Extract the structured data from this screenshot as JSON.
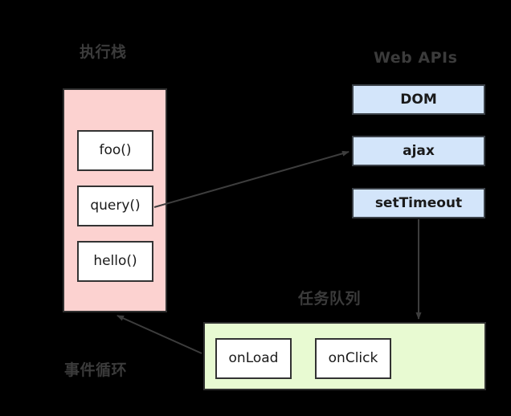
{
  "diagram": {
    "title_call_stack": "执行栈",
    "title_web_apis": "Web APIs",
    "title_task_queue": "任务队列",
    "title_event_loop": "事件循环",
    "background_color": "#000000",
    "call_stack": {
      "container_color": "#fcd2d0",
      "frames": [
        {
          "label": "foo()"
        },
        {
          "label": "query()"
        },
        {
          "label": "hello()"
        }
      ]
    },
    "web_apis": {
      "box_color": "#d3e5fa",
      "items": [
        {
          "label": "DOM"
        },
        {
          "label": "ajax"
        },
        {
          "label": "setTimeout"
        }
      ]
    },
    "task_queue": {
      "container_color": "#e8fad2",
      "tasks": [
        {
          "label": "onLoad"
        },
        {
          "label": "onClick"
        }
      ]
    },
    "arrows": [
      {
        "name": "query-to-ajax",
        "from": "query()",
        "to": "ajax"
      },
      {
        "name": "settimeout-to-task-queue",
        "from": "setTimeout",
        "to": "任务队列"
      },
      {
        "name": "task-queue-to-call-stack",
        "from": "任务队列",
        "to": "执行栈"
      }
    ]
  }
}
